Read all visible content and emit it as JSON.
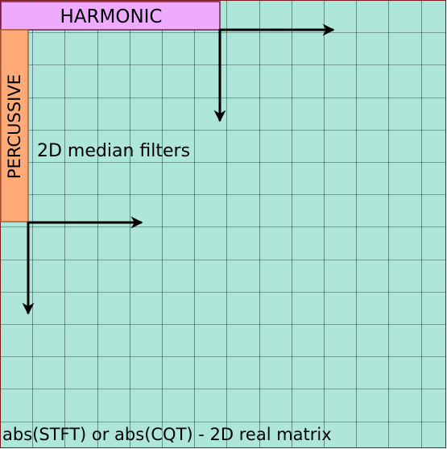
{
  "harmonic_label": "HARMONIC",
  "percussive_label": "PERCUSSIVE",
  "filter_label": "2D median filters",
  "matrix_label": "abs(STFT) or abs(CQT) - 2D real matrix",
  "colors": {
    "matrix_fill": "#aee6d9",
    "matrix_border": "#7a1a1a",
    "grid_line": "#2f4f4f",
    "harmonic_fill": "#eeaaff",
    "harmonic_border": "#7a1a4a",
    "percussive_fill": "#ffaa77",
    "percussive_border": "#b06030",
    "arrow": "#000000"
  }
}
